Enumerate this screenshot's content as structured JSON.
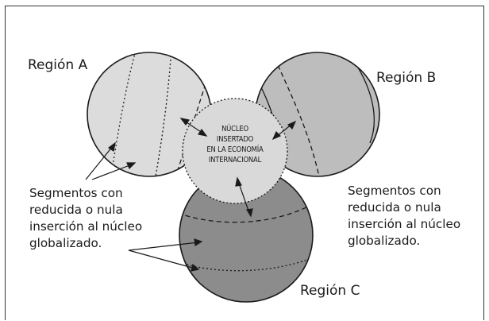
{
  "regions": {
    "a": "Región A",
    "b": "Región B",
    "c": "Región C"
  },
  "core_label": {
    "line1": "NÚCLEO",
    "line2": "INSERTADO",
    "line3": "EN LA ECONOMÍA",
    "line4": "INTERNACIONAL"
  },
  "segments_left": {
    "line1": "Segmentos con",
    "line2": "reducida o nula",
    "line3": "inserción al núcleo",
    "line4": "globalizado."
  },
  "segments_right": {
    "line1": "Segmentos con",
    "line2": "reducida o nula",
    "line3": "inserción al núcleo",
    "line4": "globalizado."
  },
  "colors": {
    "region_a": "#dcdcdc",
    "region_b": "#bdbdbd",
    "region_c": "#8c8c8c",
    "core": "#d9d9d9",
    "stroke": "#1a1a1a"
  }
}
